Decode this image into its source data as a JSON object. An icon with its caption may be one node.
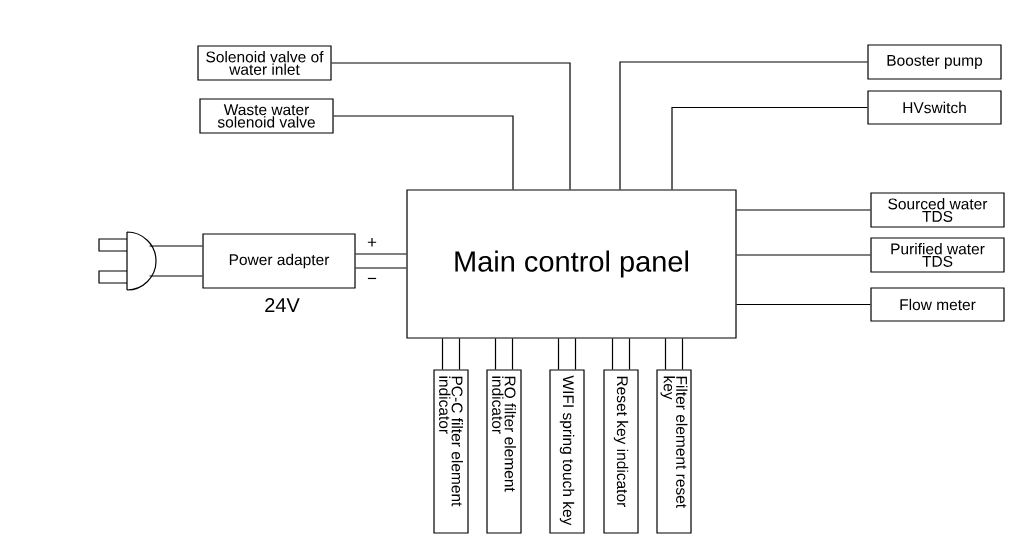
{
  "diagram": {
    "nodes": [
      {
        "text": [
          "Solenoid valve of water inlet"
        ]
      },
      {
        "text": [
          "Waste water solenoid valve"
        ]
      },
      {
        "text": [
          "Booster pump"
        ]
      },
      {
        "text": [
          "HVswitch"
        ]
      },
      {
        "text": [
          "Main control panel"
        ]
      },
      {
        "text": [],
        "shape": "plug"
      },
      {
        "text": [
          "Power adapter"
        ],
        "beside": [
          "24V"
        ]
      },
      {
        "text": [
          "Sourced water TDS"
        ]
      },
      {
        "text": [
          "Purified water TDS"
        ]
      },
      {
        "text": [
          "Flow meter"
        ]
      },
      {
        "text": [
          "PC-C filter element indicator"
        ]
      },
      {
        "text": [
          "RO filter element indicator"
        ]
      },
      {
        "text": [
          "WIFI spring touch key"
        ]
      },
      {
        "text": [
          "Reset key indicator"
        ]
      },
      {
        "text": [
          "Filter element reset key"
        ]
      }
    ],
    "edges": [
      {
        "from": 0,
        "to": 4,
        "arrow": "none"
      },
      {
        "from": 1,
        "to": 4,
        "arrow": "none"
      },
      {
        "from": 2,
        "to": 4,
        "arrow": "none"
      },
      {
        "from": 3,
        "to": 4,
        "arrow": "none"
      },
      {
        "from": 5,
        "to": 6,
        "arrow": "none"
      },
      {
        "from": 6,
        "to": 4,
        "arrow": "none"
      },
      {
        "from": 4,
        "to": 7,
        "arrow": "none"
      },
      {
        "from": 4,
        "to": 8,
        "arrow": "none"
      },
      {
        "from": 4,
        "to": 9,
        "arrow": "none"
      },
      {
        "from": 4,
        "to": 10,
        "arrow": "none"
      },
      {
        "from": 4,
        "to": 11,
        "arrow": "none"
      },
      {
        "from": 4,
        "to": 12,
        "arrow": "none"
      },
      {
        "from": 4,
        "to": 13,
        "arrow": "none"
      },
      {
        "from": 4,
        "to": 14,
        "arrow": "none"
      }
    ],
    "labels": [
      "+",
      "−"
    ]
  }
}
